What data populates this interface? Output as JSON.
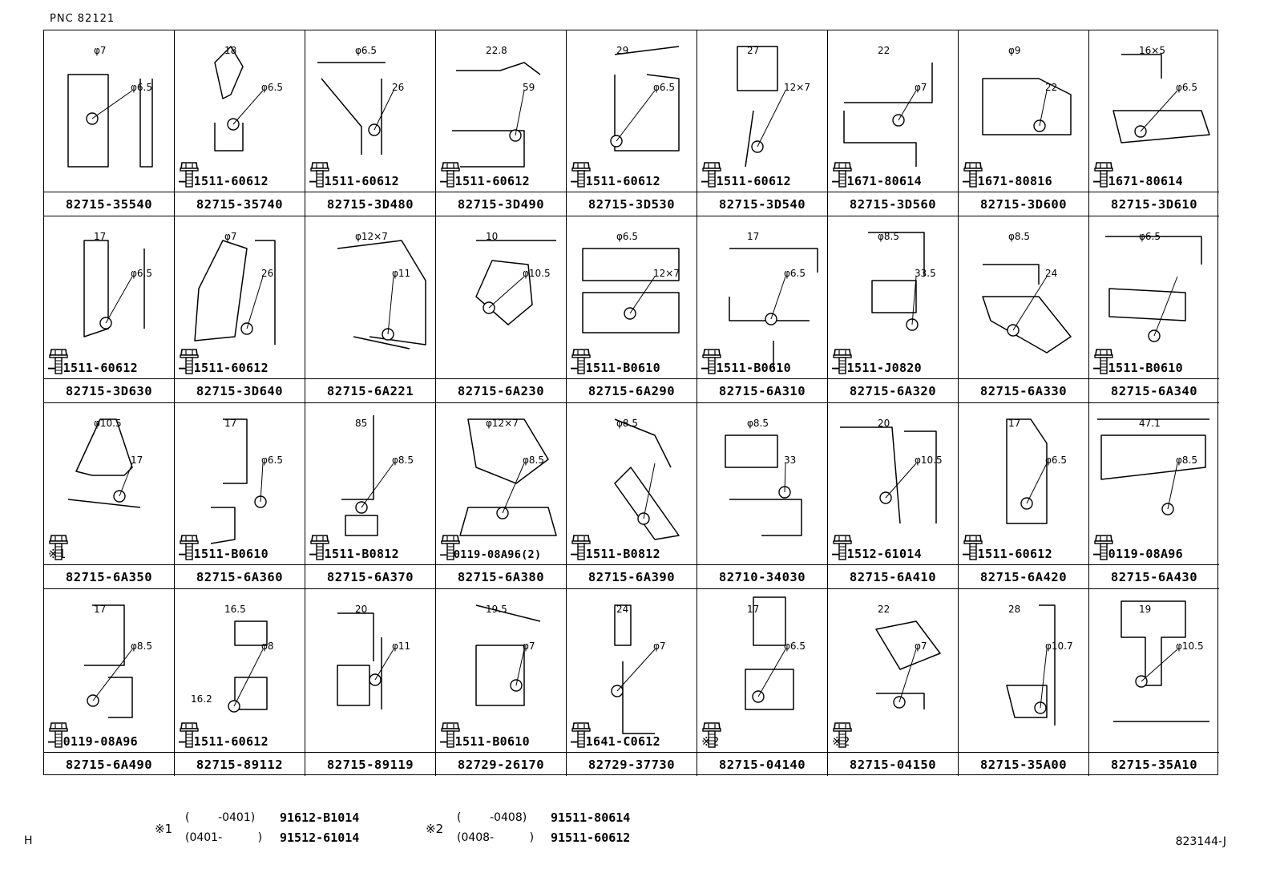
{
  "header": {
    "pnc_label": "PNC   82121"
  },
  "cells": [
    {
      "part": "82715-35540",
      "bolt": "",
      "dims": [
        "φ7",
        "φ6.5"
      ]
    },
    {
      "part": "82715-35740",
      "bolt": "91511-60612",
      "dims": [
        "18",
        "φ6.5"
      ]
    },
    {
      "part": "82715-3D480",
      "bolt": "91511-60612",
      "dims": [
        "φ6.5",
        "26"
      ]
    },
    {
      "part": "82715-3D490",
      "bolt": "91511-60612",
      "dims": [
        "22.8",
        "59"
      ]
    },
    {
      "part": "82715-3D530",
      "bolt": "91511-60612",
      "dims": [
        "29",
        "φ6.5"
      ]
    },
    {
      "part": "82715-3D540",
      "bolt": "91511-60612",
      "dims": [
        "27",
        "12×7"
      ]
    },
    {
      "part": "82715-3D560",
      "bolt": "91671-80614",
      "dims": [
        "22",
        "φ7"
      ]
    },
    {
      "part": "82715-3D600",
      "bolt": "91671-80816",
      "dims": [
        "φ9",
        "22"
      ]
    },
    {
      "part": "82715-3D610",
      "bolt": "91671-80614",
      "dims": [
        "16×5",
        "φ6.5"
      ]
    },
    {
      "part": "82715-3D630",
      "bolt": "91511-60612",
      "dims": [
        "17",
        "φ6.5"
      ]
    },
    {
      "part": "82715-3D640",
      "bolt": "91511-60612",
      "dims": [
        "φ7",
        "26"
      ]
    },
    {
      "part": "82715-6A221",
      "bolt": "",
      "dims": [
        "φ12×7",
        "φ11"
      ]
    },
    {
      "part": "82715-6A230",
      "bolt": "",
      "dims": [
        "10",
        "φ10.5"
      ]
    },
    {
      "part": "82715-6A290",
      "bolt": "91511-B0610",
      "dims": [
        "φ6.5",
        "12×7"
      ]
    },
    {
      "part": "82715-6A310",
      "bolt": "91511-B0610",
      "dims": [
        "17",
        "φ6.5"
      ]
    },
    {
      "part": "82715-6A320",
      "bolt": "91511-J0820",
      "dims": [
        "φ8.5",
        "33.5"
      ]
    },
    {
      "part": "82715-6A330",
      "bolt": "",
      "dims": [
        "φ8.5",
        "24"
      ]
    },
    {
      "part": "82715-6A340",
      "bolt": "91511-B0610",
      "dims": [
        "φ6.5"
      ]
    },
    {
      "part": "82715-6A350",
      "bolt": "※1",
      "dims": [
        "φ10.5",
        "17"
      ]
    },
    {
      "part": "82715-6A360",
      "bolt": "91511-B0610",
      "dims": [
        "17",
        "φ6.5"
      ]
    },
    {
      "part": "82715-6A370",
      "bolt": "91511-B0812",
      "dims": [
        "85",
        "φ8.5"
      ]
    },
    {
      "part": "82715-6A380",
      "bolt": "90119-08A96(2)",
      "dims": [
        "φ12×7",
        "φ8.5"
      ]
    },
    {
      "part": "82715-6A390",
      "bolt": "91511-B0812",
      "dims": [
        "φ8.5"
      ]
    },
    {
      "part": "82710-34030",
      "bolt": "",
      "dims": [
        "φ8.5",
        "33"
      ]
    },
    {
      "part": "82715-6A410",
      "bolt": "91512-61014",
      "dims": [
        "20",
        "φ10.5"
      ]
    },
    {
      "part": "82715-6A420",
      "bolt": "91511-60612",
      "dims": [
        "17",
        "φ6.5"
      ]
    },
    {
      "part": "82715-6A430",
      "bolt": "90119-08A96",
      "dims": [
        "47.1",
        "φ8.5"
      ]
    },
    {
      "part": "82715-6A490",
      "bolt": "90119-08A96",
      "dims": [
        "17",
        "φ8.5"
      ]
    },
    {
      "part": "82715-89112",
      "bolt": "91511-60612",
      "dims": [
        "16.5",
        "φ8",
        "16.2"
      ]
    },
    {
      "part": "82715-89119",
      "bolt": "",
      "dims": [
        "20",
        "φ11"
      ]
    },
    {
      "part": "82729-26170",
      "bolt": "91511-B0610",
      "dims": [
        "19.5",
        "φ7"
      ]
    },
    {
      "part": "82729-37730",
      "bolt": "91641-C0612",
      "dims": [
        "24",
        "φ7"
      ]
    },
    {
      "part": "82715-04140",
      "bolt": "※2",
      "dims": [
        "17",
        "φ6.5"
      ]
    },
    {
      "part": "82715-04150",
      "bolt": "※2",
      "dims": [
        "22",
        "φ7"
      ]
    },
    {
      "part": "82715-35A00",
      "bolt": "",
      "dims": [
        "28",
        "φ10.7"
      ]
    },
    {
      "part": "82715-35A10",
      "bolt": "",
      "dims": [
        "19",
        "φ10.5"
      ]
    }
  ],
  "footnotes": [
    {
      "mark": "※1",
      "lines": [
        {
          "range": "(        -0401)",
          "part": "91612-B1014"
        },
        {
          "range": "(0401-          )",
          "part": "91512-61014"
        }
      ]
    },
    {
      "mark": "※2",
      "lines": [
        {
          "range": "(        -0408)",
          "part": "91511-80614"
        },
        {
          "range": "(0408-          )",
          "part": "91511-60612"
        }
      ]
    }
  ],
  "corner_left": "H",
  "corner_right": "823144-J",
  "icons": {
    "bolt": "flange-bolt-icon"
  }
}
